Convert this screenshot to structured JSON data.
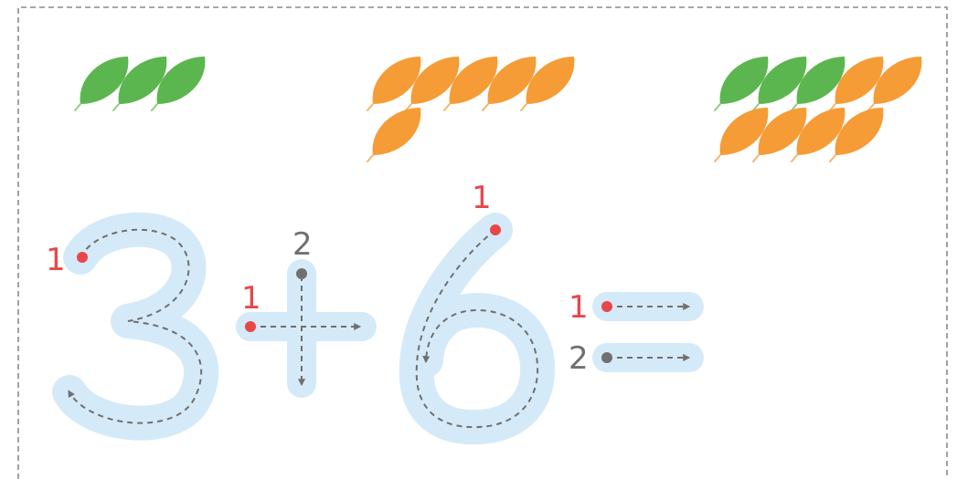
{
  "colors": {
    "border": "#8a8a8a",
    "leaf_green": "#5cb64f",
    "leaf_orange": "#f59c37",
    "leaf_stem_green": "#8fcf7e",
    "leaf_stem_orange": "#f7b56a",
    "trace_fill": "#d5eaf8",
    "guide_line": "#6f6f6f",
    "start_dot_red": "#e8474a",
    "start_dot_gray": "#707070",
    "label_red": "#e8474a",
    "label_gray": "#707070"
  },
  "leaf_groups": [
    {
      "name": "left-group",
      "count": 3,
      "green": 3,
      "orange": 0
    },
    {
      "name": "middle-group",
      "count": 6,
      "green": 0,
      "orange": 6
    },
    {
      "name": "right-group",
      "count": 9,
      "green": 3,
      "orange": 6
    }
  ],
  "equation": {
    "tokens": [
      {
        "name": "digit-three",
        "value": "3"
      },
      {
        "name": "plus-sign",
        "value": "+"
      },
      {
        "name": "digit-six",
        "value": "6"
      },
      {
        "name": "equals-sign",
        "value": "="
      }
    ]
  },
  "stroke_labels": {
    "three_step1": "1",
    "plus_step1": "1",
    "plus_step2": "2",
    "six_step1": "1",
    "equals_step1": "1",
    "equals_step2": "2"
  }
}
